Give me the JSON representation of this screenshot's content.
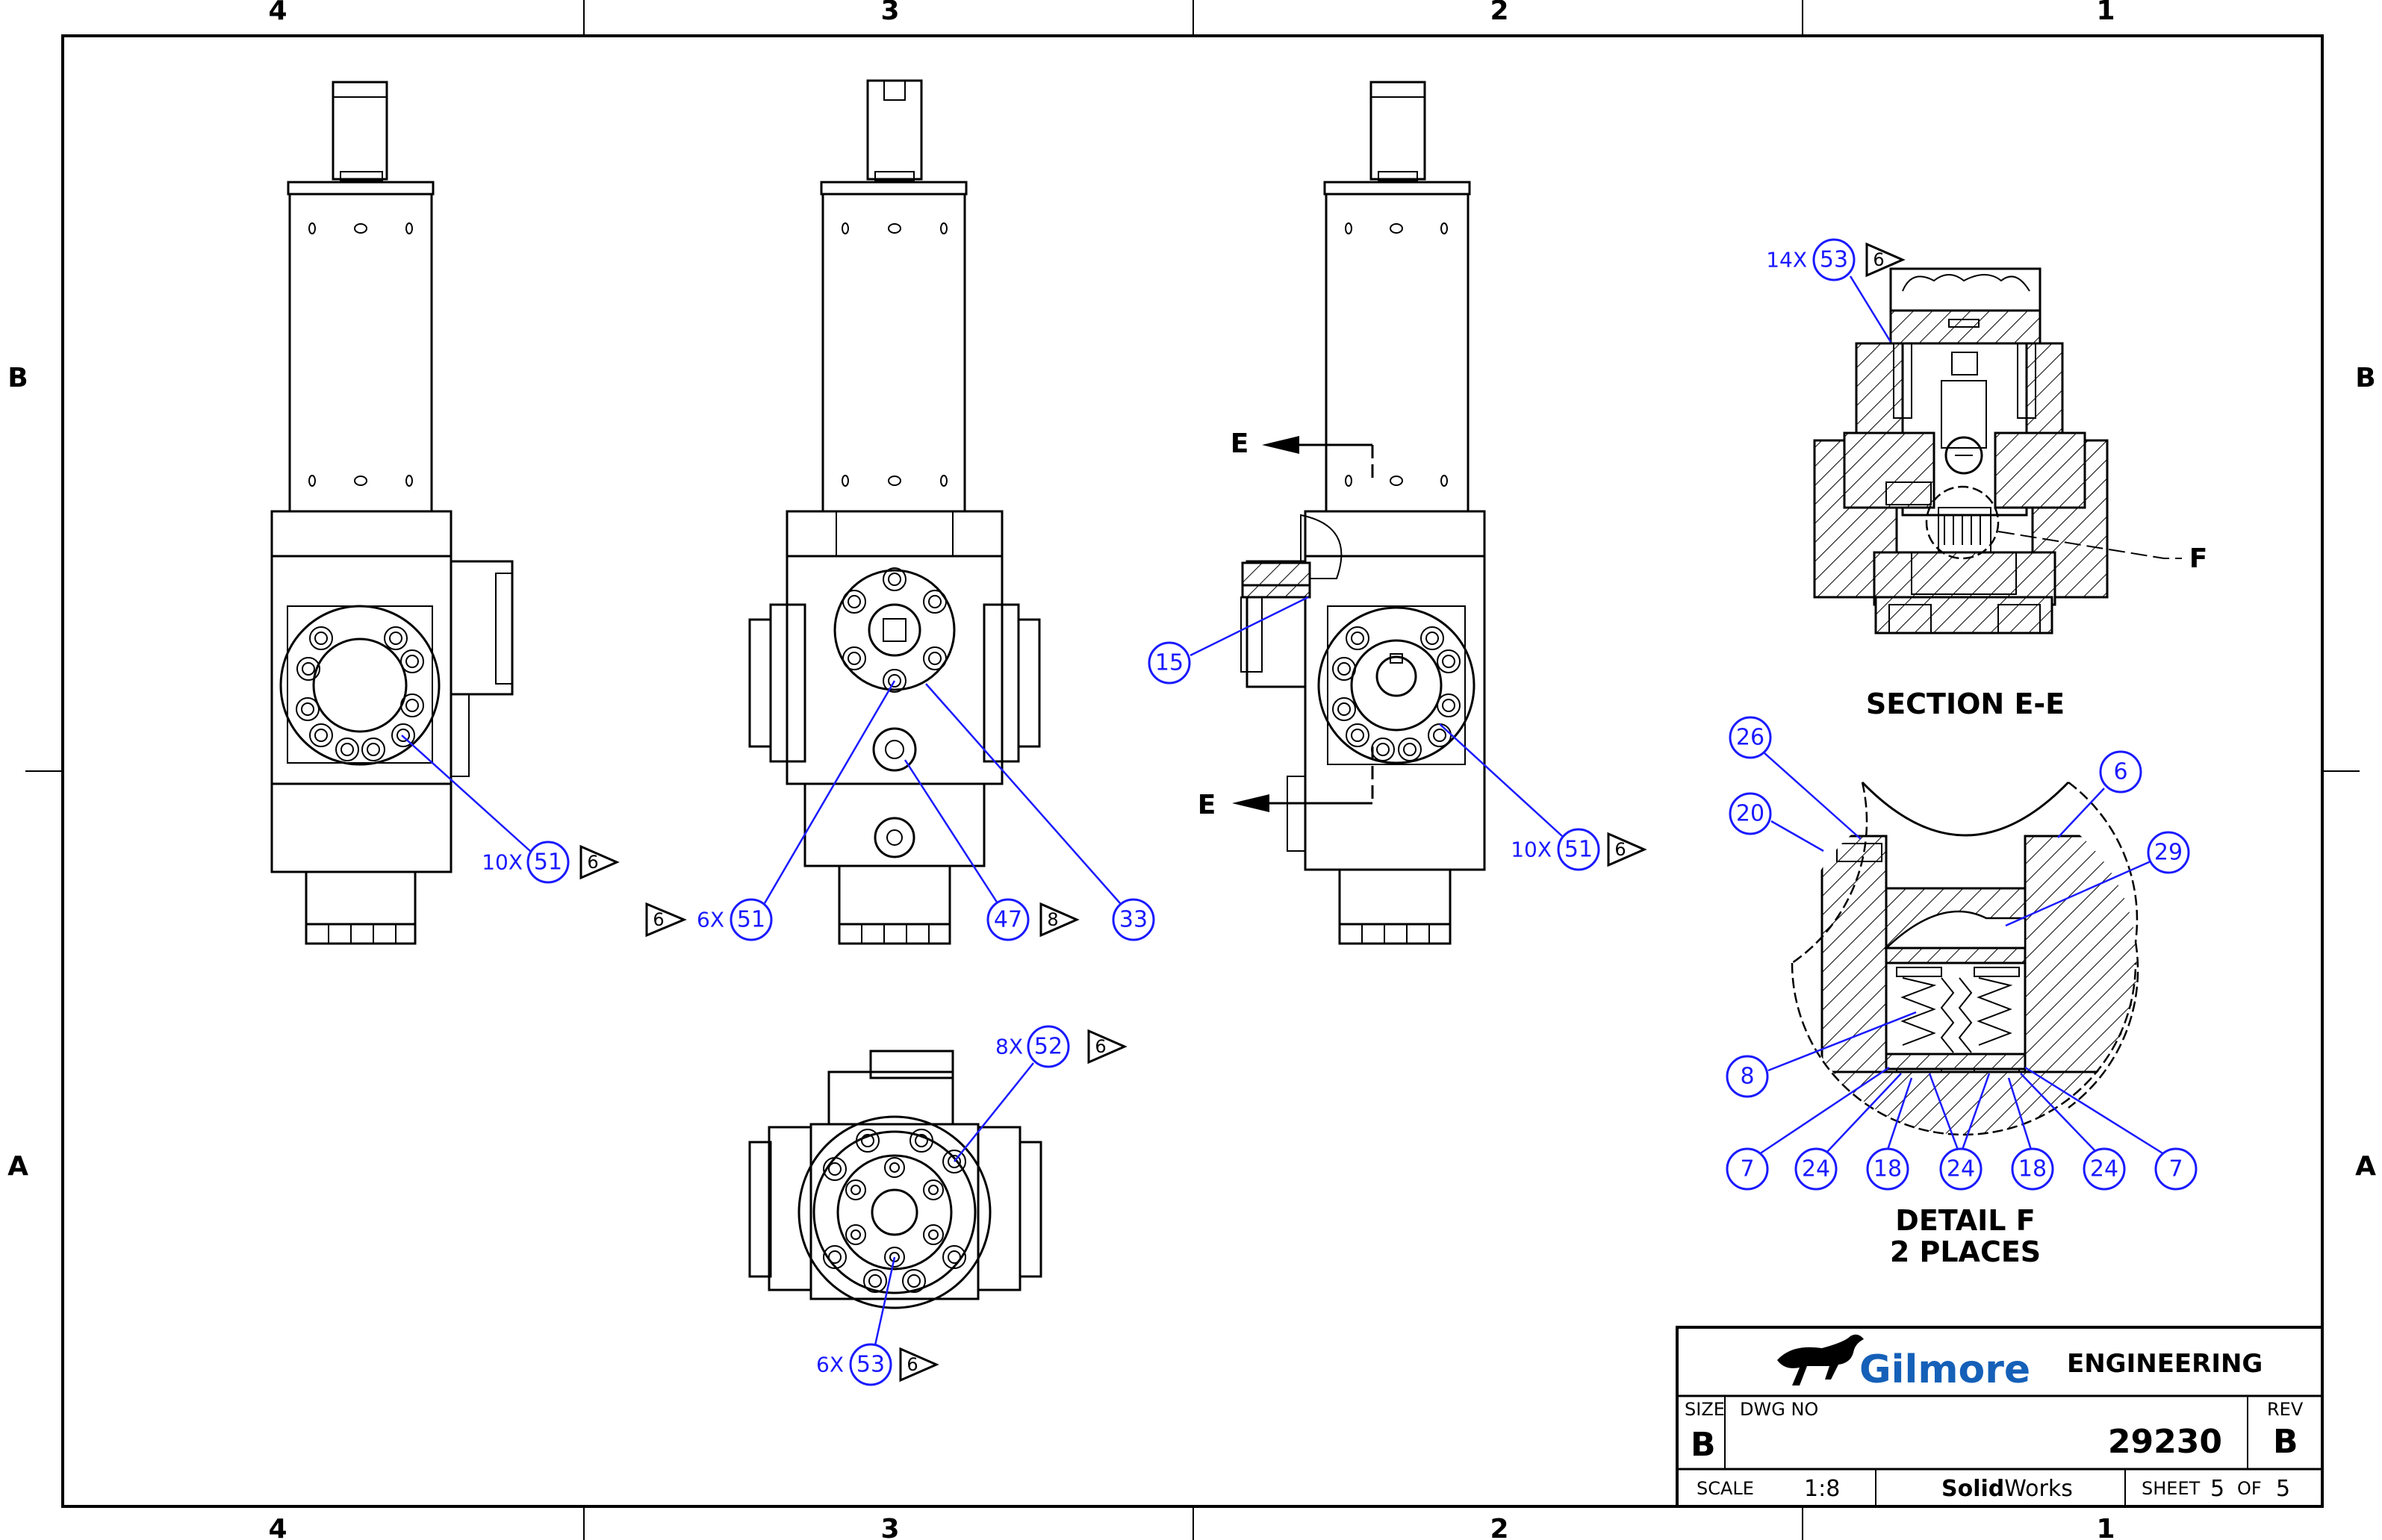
{
  "zones": {
    "top": [
      "4",
      "3",
      "2",
      "1"
    ],
    "bottom": [
      "4",
      "3",
      "2",
      "1"
    ],
    "left": [
      "B",
      "A"
    ],
    "right": [
      "B",
      "A"
    ]
  },
  "section_markers": {
    "e_top": "E",
    "e_bottom": "E",
    "f": "F"
  },
  "section_titles": {
    "section_ee": "SECTION E-E",
    "detail_f_line1": "DETAIL F",
    "detail_f_line2": "2 PLACES"
  },
  "balloons": {
    "view1_51": {
      "qty": "10X",
      "num": "51",
      "flag": "6"
    },
    "view2_51": {
      "qty": "6X",
      "num": "51",
      "flag": "6"
    },
    "view2_47": {
      "num": "47",
      "flag": "8"
    },
    "view2_33": {
      "num": "33"
    },
    "view3_15": {
      "num": "15"
    },
    "view3_51": {
      "qty": "10X",
      "num": "51",
      "flag": "6"
    },
    "bottom_52": {
      "qty": "8X",
      "num": "52",
      "flag": "6"
    },
    "bottom_53": {
      "qty": "6X",
      "num": "53",
      "flag": "6"
    },
    "section_53": {
      "qty": "14X",
      "num": "53",
      "flag": "6"
    },
    "detail": [
      "26",
      "6",
      "20",
      "29",
      "8",
      "7",
      "24",
      "18",
      "24",
      "18",
      "24",
      "7"
    ]
  },
  "title_block": {
    "company": "Gilmore",
    "department": "ENGINEERING",
    "size_label": "SIZE",
    "size_value": "B",
    "dwg_no_label": "DWG NO",
    "dwg_no": "29230",
    "rev_label": "REV",
    "rev_value": "B",
    "scale_label": "SCALE",
    "scale_value": "1:8",
    "software_bold": "Solid",
    "software_regular": "Works",
    "sheet_label": "SHEET",
    "sheet_value": "5",
    "of_label": "OF",
    "sheet_total": "5"
  },
  "colors": {
    "balloon": "#1a1aff",
    "logo": "#1560b8",
    "line": "#000000"
  }
}
